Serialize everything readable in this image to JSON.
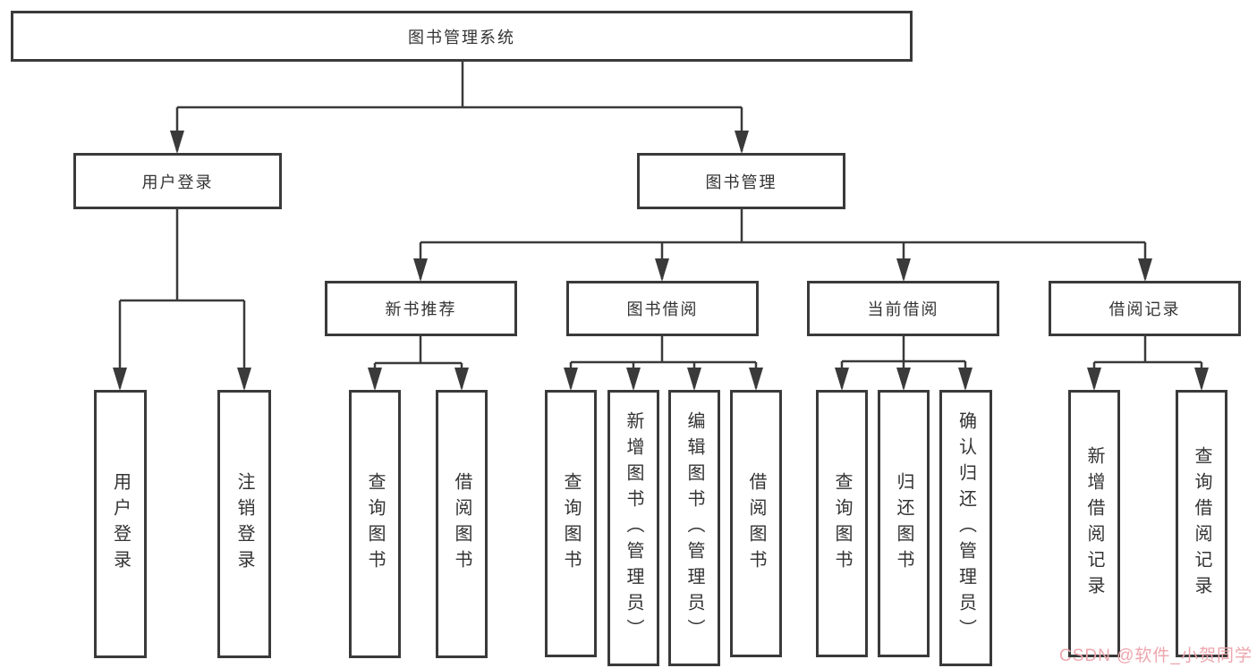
{
  "diagram": {
    "root": {
      "label": "图书管理系统"
    },
    "branches": [
      {
        "label": "用户登录",
        "children": [
          {
            "label": "用户登录"
          },
          {
            "label": "注销登录"
          }
        ]
      },
      {
        "label": "图书管理",
        "children": [
          {
            "label": "新书推荐",
            "children": [
              {
                "label": "查询图书"
              },
              {
                "label": "借阅图书"
              }
            ]
          },
          {
            "label": "图书借阅",
            "children": [
              {
                "label": "查询图书"
              },
              {
                "label": "新增图书（管理员）"
              },
              {
                "label": "编辑图书（管理员）"
              },
              {
                "label": "借阅图书"
              }
            ]
          },
          {
            "label": "当前借阅",
            "children": [
              {
                "label": "查询图书"
              },
              {
                "label": "归还图书"
              },
              {
                "label": "确认归还（管理员）"
              }
            ]
          },
          {
            "label": "借阅记录",
            "children": [
              {
                "label": "新增借阅记录"
              },
              {
                "label": "查询借阅记录"
              }
            ]
          }
        ]
      }
    ]
  },
  "watermark": {
    "text": "CSDN @软件_小贺同学",
    "color": "#eda6ad"
  },
  "colors": {
    "line": "#3a3a3a",
    "border": "#3a3a3a",
    "text": "#333333",
    "background": "#ffffff"
  }
}
